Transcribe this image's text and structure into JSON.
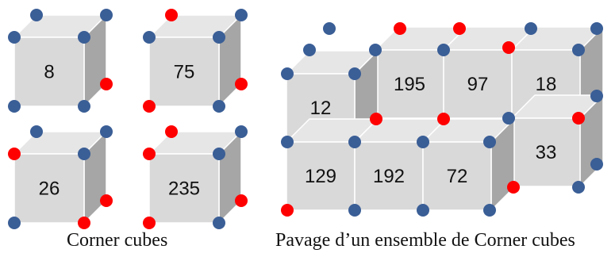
{
  "captions": {
    "left": "Corner cubes",
    "right": "Pavage d’un ensemble de Corner cubes"
  },
  "colors": {
    "front_face": "#d9d9d9",
    "top_face": "#e6e6e6",
    "side_face": "#a6a6a6",
    "edge": "#ffffff",
    "vertex_blue": "#3a5e96",
    "vertex_red": "#ff0000"
  },
  "corner_cubes": [
    {
      "value": "8",
      "corners": {
        "top_back_left": "blue",
        "top_back_right": "blue",
        "top_front_left": "blue",
        "top_front_right": "blue",
        "bottom_front_left": "blue",
        "bottom_front_right": "blue",
        "bottom_back_right": "red"
      }
    },
    {
      "value": "75",
      "corners": {
        "top_back_left": "red",
        "top_back_right": "blue",
        "top_front_left": "blue",
        "top_front_right": "blue",
        "bottom_front_left": "red",
        "bottom_front_right": "blue",
        "bottom_back_right": "red"
      }
    },
    {
      "value": "26",
      "corners": {
        "top_back_left": "blue",
        "top_back_right": "blue",
        "top_front_left": "red",
        "top_front_right": "blue",
        "bottom_front_left": "blue",
        "bottom_front_right": "red",
        "bottom_back_right": "red"
      }
    },
    {
      "value": "235",
      "corners": {
        "top_back_left": "red",
        "top_back_right": "blue",
        "top_front_left": "red",
        "top_front_right": "blue",
        "bottom_front_left": "red",
        "bottom_front_right": "blue",
        "bottom_back_right": "red"
      }
    }
  ],
  "tiling_cubes": [
    {
      "value": "12",
      "layer": "front"
    },
    {
      "value": "195",
      "layer": "back"
    },
    {
      "value": "97",
      "layer": "back"
    },
    {
      "value": "18",
      "layer": "back"
    },
    {
      "value": "129",
      "layer": "front"
    },
    {
      "value": "192",
      "layer": "front"
    },
    {
      "value": "72",
      "layer": "front"
    },
    {
      "value": "33",
      "layer": "back"
    }
  ]
}
